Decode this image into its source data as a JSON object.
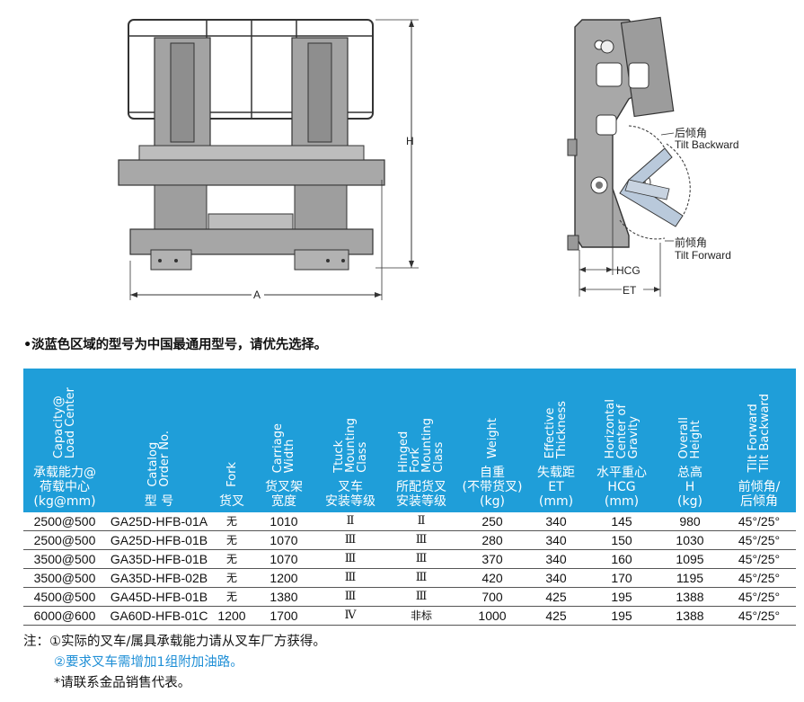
{
  "drawing": {
    "front_labels": {
      "height": "H",
      "width": "A"
    },
    "side_labels": {
      "backward_cn": "后倾角",
      "backward_en": "Tilt Backward",
      "forward_cn": "前倾角",
      "forward_en": "Tilt Forward",
      "hcg": "HCG",
      "et": "ET"
    }
  },
  "intro_note": "•淡蓝色区域的型号为中国最通用型号，请优先选择。",
  "table": {
    "columns": [
      {
        "en": "Capacity@\nLoad Center",
        "cn": "承载能力@\n荷载中心\n(kg@mm)"
      },
      {
        "en": "Catalog\nOrder No.",
        "cn": "型 号"
      },
      {
        "en": "Fork",
        "cn": "货叉"
      },
      {
        "en": "Carriage\nWidth",
        "cn": "货叉架\n宽度"
      },
      {
        "en": "Ttuck\nMounting\nClass",
        "cn": "叉车\n安装等级"
      },
      {
        "en": "Hinged\nFork\nMounting\nClass",
        "cn": "所配货叉\n安装等级"
      },
      {
        "en": "Weight",
        "cn": "自重\n(不带货叉)\n(kg)"
      },
      {
        "en": "Effective\nThickness",
        "cn": "失载距\nET\n(mm)"
      },
      {
        "en": "Horizontal\nCenter of\nGravity",
        "cn": "水平重心\nHCG\n(mm)"
      },
      {
        "en": "Overall\nHeight",
        "cn": "总高\nH\n(kg)"
      },
      {
        "en": "Tilt Forward\nTilt Backward",
        "cn": "前倾角/\n后倾角"
      }
    ],
    "rows": [
      [
        "2500@500",
        "GA25D-HFB-01A",
        "无",
        "1010",
        "Ⅱ",
        "Ⅱ",
        "250",
        "340",
        "145",
        "980",
        "45°/25°"
      ],
      [
        "2500@500",
        "GA25D-HFB-01B",
        "无",
        "1070",
        "Ⅲ",
        "Ⅲ",
        "280",
        "340",
        "150",
        "1030",
        "45°/25°"
      ],
      [
        "3500@500",
        "GA35D-HFB-01B",
        "无",
        "1070",
        "Ⅲ",
        "Ⅲ",
        "370",
        "340",
        "160",
        "1095",
        "45°/25°"
      ],
      [
        "3500@500",
        "GA35D-HFB-02B",
        "无",
        "1200",
        "Ⅲ",
        "Ⅲ",
        "420",
        "340",
        "170",
        "1195",
        "45°/25°"
      ],
      [
        "4500@500",
        "GA45D-HFB-01B",
        "无",
        "1380",
        "Ⅲ",
        "Ⅲ",
        "700",
        "425",
        "195",
        "1388",
        "45°/25°"
      ],
      [
        "6000@600",
        "GA60D-HFB-01C",
        "1200",
        "1700",
        "Ⅳ",
        "非标",
        "1000",
        "425",
        "195",
        "1388",
        "45°/25°"
      ]
    ]
  },
  "notes": {
    "line1": "注：①实际的叉车/属具承载能力请从叉车厂方获得。",
    "line2": "②要求叉车需增加1组附加油路。",
    "line3": "*请联系金品销售代表。"
  },
  "colors": {
    "header_bg": "#1f9ed9",
    "machine_fill": "#9a9a9a",
    "note_blue": "#1f8fd6"
  }
}
